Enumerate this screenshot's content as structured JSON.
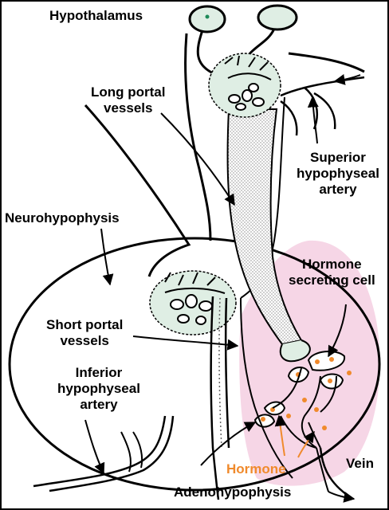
{
  "colors": {
    "background": "#ffffff",
    "outline": "#000000",
    "adenohypophysis_fill": "#f6d6e6",
    "capillary_bed_fill": "#dfeee4",
    "hormone": "#f08a2c"
  },
  "labels": {
    "hypothalamus": "Hypothalamus",
    "long_portal_vessels": "Long portal\nvessels",
    "superior_hypophyseal_artery": "Superior\nhypophyseal\nartery",
    "neurohypophysis": "Neurohypophysis",
    "hormone_secreting_cell": "Hormone\nsecreting cell",
    "short_portal_vessels": "Short portal\nvessels",
    "inferior_hypophyseal_artery": "Inferior\nhypophyseal\nartery",
    "hormone": "Hormone",
    "vein": "Vein",
    "adenohypophysis": "Adenohypophysis"
  }
}
